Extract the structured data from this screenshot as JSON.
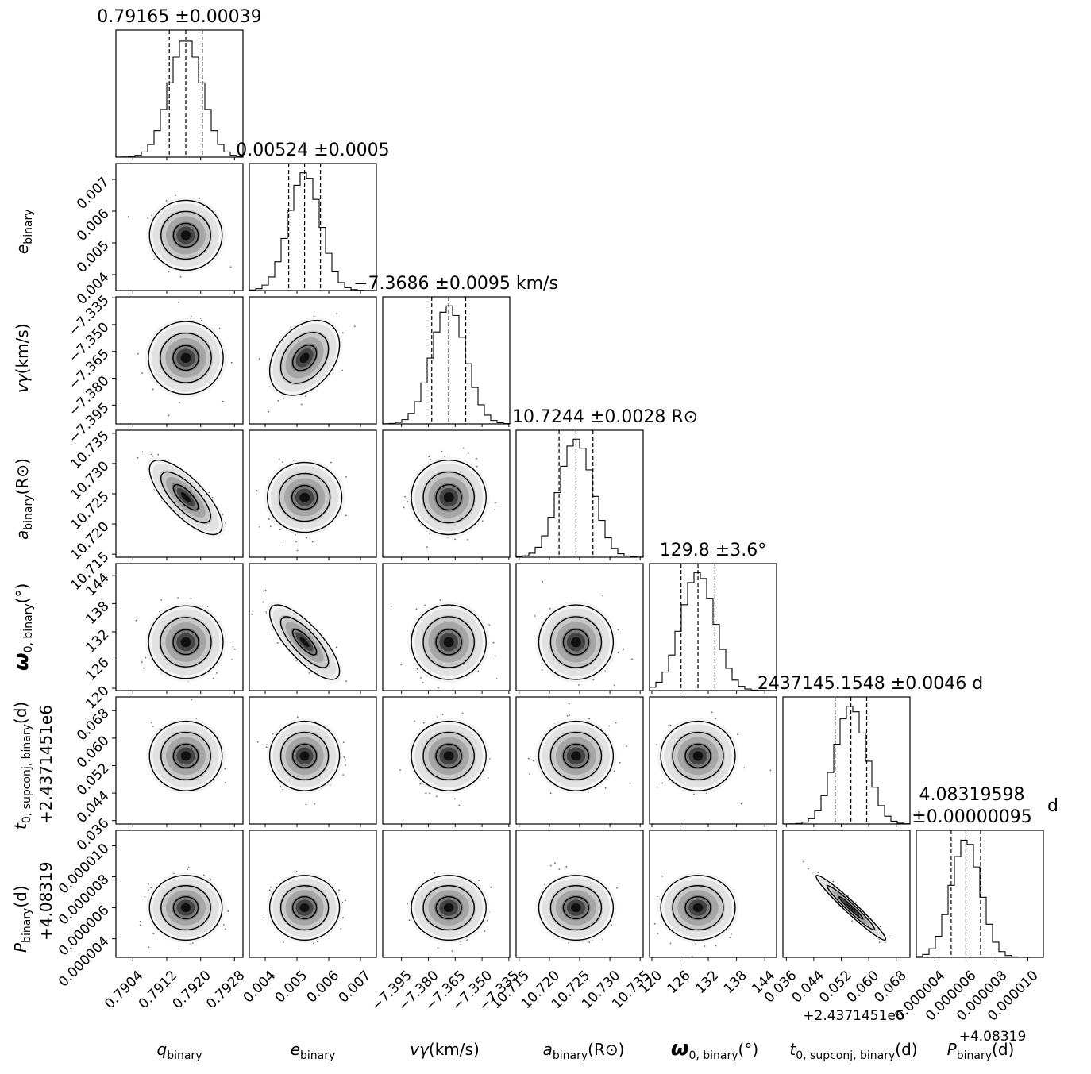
{
  "chart_data": {
    "type": "corner",
    "parameters": [
      {
        "symbol": "q",
        "sub": "binary",
        "unit": "",
        "median": 0.79165,
        "sigma": 0.00039,
        "title": "0.79165 ±0.00039",
        "ticks": [
          "0.7904",
          "0.7912",
          "0.7920",
          "0.7928"
        ],
        "tickvals": [
          0.7904,
          0.7912,
          0.792,
          0.7928
        ],
        "range": [
          0.79,
          0.793
        ],
        "offset": ""
      },
      {
        "symbol": "e",
        "sub": "binary",
        "unit": "",
        "median": 0.00524,
        "sigma": 0.0005,
        "title": "0.00524 ±0.0005",
        "ticks": [
          "0.004",
          "0.005",
          "0.006",
          "0.007"
        ],
        "tickvals": [
          0.004,
          0.005,
          0.006,
          0.007
        ],
        "range": [
          0.0035,
          0.0075
        ],
        "offset": ""
      },
      {
        "symbol": "vγ",
        "sub": "",
        "unit": "(km/s)",
        "median": -7.3686,
        "sigma": 0.0095,
        "title": "−7.3686 ±0.0095 km/s",
        "ticks": [
          "−7.395",
          "−7.380",
          "−7.365",
          "−7.350",
          "−7.335"
        ],
        "tickvals": [
          -7.395,
          -7.38,
          -7.365,
          -7.35,
          -7.335
        ],
        "range": [
          -7.4055,
          -7.3345
        ],
        "offset": ""
      },
      {
        "symbol": "a",
        "sub": "binary",
        "unit": "(R⊙)",
        "median": 10.7244,
        "sigma": 0.0028,
        "title": "10.7244 ±0.0028 R⊙",
        "ticks": [
          "10.715",
          "10.720",
          "10.725",
          "10.730",
          "10.735"
        ],
        "tickvals": [
          10.715,
          10.72,
          10.725,
          10.73,
          10.735
        ],
        "range": [
          10.7145,
          10.7355
        ],
        "offset": ""
      },
      {
        "symbol": "ω",
        "sub": "0, binary",
        "unit": "(°)",
        "median": 129.8,
        "sigma": 3.6,
        "title": "129.8 ±3.6°",
        "ticks": [
          "120",
          "126",
          "132",
          "138",
          "144"
        ],
        "tickvals": [
          120,
          126,
          132,
          138,
          144
        ],
        "range": [
          119.5,
          146.5
        ],
        "offset": ""
      },
      {
        "symbol": "t",
        "sub": "0, supconj, binary",
        "unit": "(d)",
        "median": 2437145.1548,
        "sigma": 0.0046,
        "title": "2437145.1548 ±0.0046 d",
        "ticks": [
          "0.036",
          "0.044",
          "0.052",
          "0.060",
          "0.068"
        ],
        "tickvals": [
          0.036,
          0.044,
          0.052,
          0.06,
          0.068
        ],
        "range": [
          0.035,
          0.072
        ],
        "offset": "+2.4371451e6"
      },
      {
        "symbol": "P",
        "sub": "binary",
        "unit": "(d)",
        "median": 4.08319598,
        "sigma": 9.5e-07,
        "title_line1": "4.08319598",
        "title_line2": "±0.00000095",
        "title_unit": "d",
        "ticks": [
          "0.000004",
          "0.000006",
          "0.000008",
          "0.000010"
        ],
        "tickvals": [
          4e-06,
          6e-06,
          8e-06,
          1e-05
        ],
        "range": [
          2.8e-06,
          1.1e-05
        ],
        "offset": "+4.08319"
      }
    ],
    "correlations": {
      "q-a": -0.75,
      "e-omega": -0.78,
      "e-vgamma": 0.35,
      "t-P": -0.97
    },
    "colors": {
      "hist": "#000000",
      "contour": "#000000",
      "points": "#666666"
    }
  },
  "labels": {
    "x": [
      "q",
      "e",
      "vγ",
      "a",
      "ω",
      "t",
      "P"
    ],
    "x_sub": [
      "binary",
      "binary",
      "",
      "binary",
      "0, binary",
      "0, supconj, binary",
      "binary"
    ],
    "x_unit": [
      "",
      "",
      "(km/s)",
      "(R⊙)",
      "(°)",
      "(d)",
      "(d)"
    ],
    "offset_t": "+2.4371451e6",
    "offset_P": "+4.08319"
  }
}
